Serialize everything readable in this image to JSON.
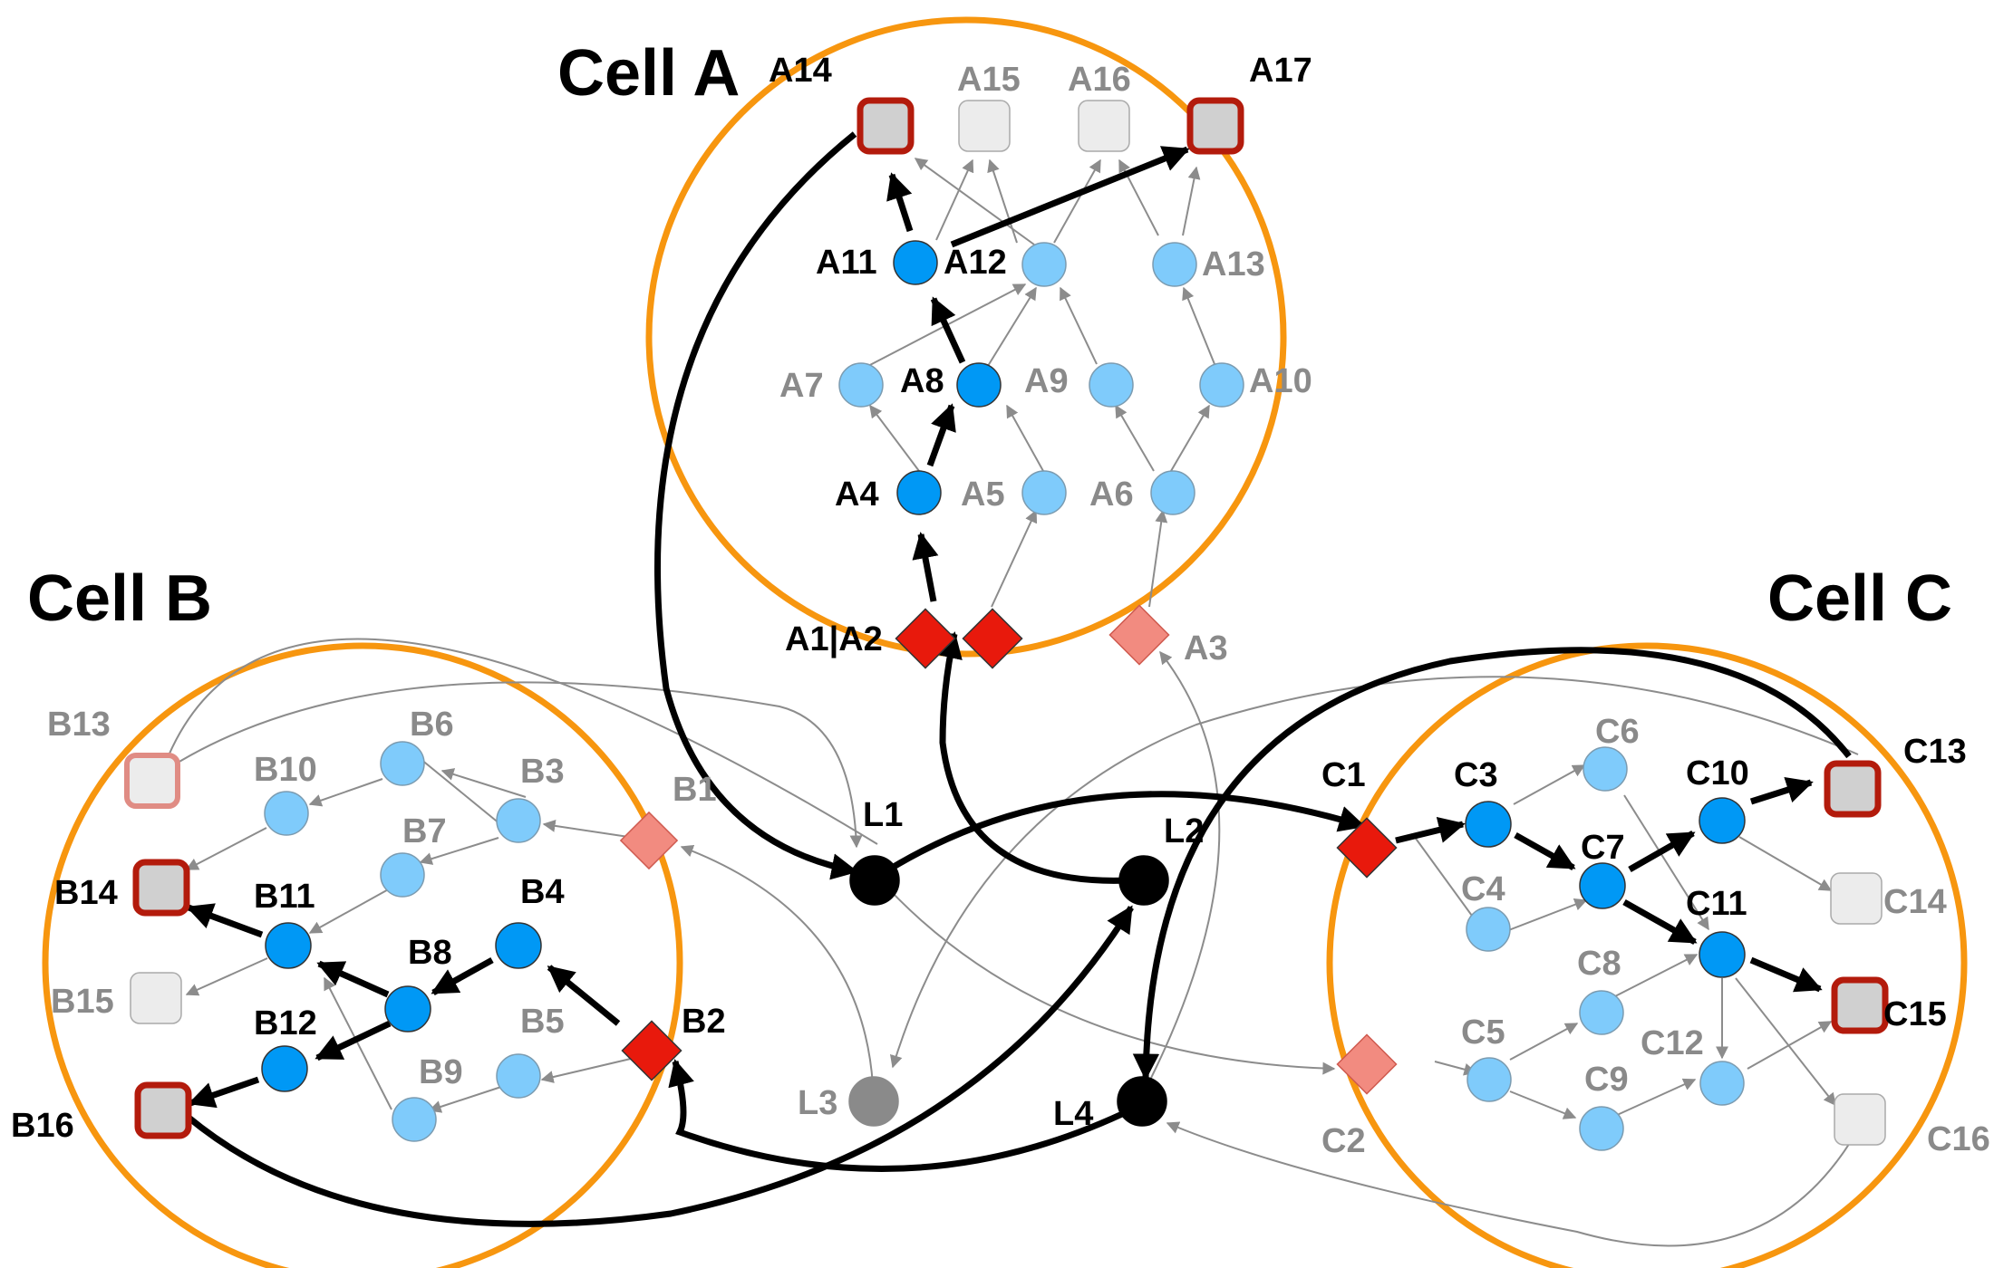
{
  "colors": {
    "cell_border": "#f7960f",
    "active_node": "#0098f5",
    "faint_node": "#7fcbfb",
    "active_diamond": "#e8190c",
    "faint_diamond": "#f28b80",
    "output_border": "#b31b0c",
    "output_fill": "#d0d0d0",
    "faint_square": "#ececec",
    "thick_edge": "#000000",
    "thin_edge": "#8c8c8c",
    "label_active": "#000000",
    "label_faint": "#8a8a8a"
  },
  "cells": {
    "a": {
      "title": "Cell A"
    },
    "b": {
      "title": "Cell B"
    },
    "c": {
      "title": "Cell C"
    }
  },
  "labels": {
    "A1A2": "A1|A2",
    "A3": "A3",
    "A4": "A4",
    "A5": "A5",
    "A6": "A6",
    "A7": "A7",
    "A8": "A8",
    "A9": "A9",
    "A10": "A10",
    "A11": "A11",
    "A12": "A12",
    "A13": "A13",
    "A14": "A14",
    "A15": "A15",
    "A16": "A16",
    "A17": "A17",
    "B1": "B1",
    "B2": "B2",
    "B3": "B3",
    "B4": "B4",
    "B5": "B5",
    "B6": "B6",
    "B7": "B7",
    "B8": "B8",
    "B9": "B9",
    "B10": "B10",
    "B11": "B11",
    "B12": "B12",
    "B13": "B13",
    "B14": "B14",
    "B15": "B15",
    "B16": "B16",
    "C1": "C1",
    "C2": "C2",
    "C3": "C3",
    "C4": "C4",
    "C5": "C5",
    "C6": "C6",
    "C7": "C7",
    "C8": "C8",
    "C9": "C9",
    "C10": "C10",
    "C11": "C11",
    "C12": "C12",
    "C13": "C13",
    "C14": "C14",
    "C15": "C15",
    "C16": "C16",
    "L1": "L1",
    "L2": "L2",
    "L3": "L3",
    "L4": "L4"
  }
}
